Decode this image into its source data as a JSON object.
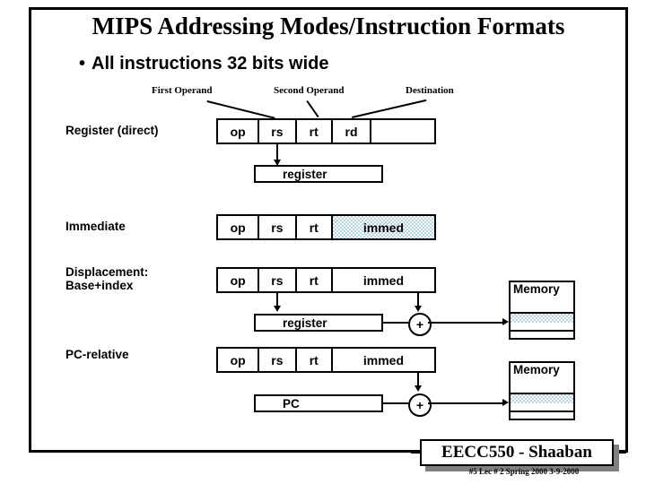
{
  "slide": {
    "title": "MIPS Addressing Modes/Instruction Formats",
    "bullet": "All instructions 32 bits wide",
    "bullet_marker": "•"
  },
  "captions": {
    "first_operand": "First Operand",
    "second_operand": "Second Operand",
    "destination": "Destination"
  },
  "rows": [
    {
      "label": "Register (direct)",
      "fields": [
        {
          "text": "op",
          "shaded": false
        },
        {
          "text": "rs",
          "shaded": false
        },
        {
          "text": "rt",
          "shaded": false
        },
        {
          "text": "rd",
          "shaded": false
        },
        {
          "text": "",
          "shaded": false
        }
      ],
      "below_box": {
        "text": "register",
        "shaded": true
      }
    },
    {
      "label": "Immediate",
      "fields": [
        {
          "text": "op",
          "shaded": false
        },
        {
          "text": "rs",
          "shaded": false
        },
        {
          "text": "rt",
          "shaded": false
        },
        {
          "text": "immed",
          "shaded": true
        }
      ],
      "below_box": null
    },
    {
      "label_line1": "Displacement:",
      "label_line2": "Base+index",
      "fields": [
        {
          "text": "op",
          "shaded": false
        },
        {
          "text": "rs",
          "shaded": false
        },
        {
          "text": "rt",
          "shaded": false
        },
        {
          "text": "immed",
          "shaded": false
        }
      ],
      "below_box": {
        "text": "register",
        "shaded": false
      },
      "adder": "+",
      "memory": "Memory"
    },
    {
      "label": "PC-relative",
      "fields": [
        {
          "text": "op",
          "shaded": false
        },
        {
          "text": "rs",
          "shaded": false
        },
        {
          "text": "rt",
          "shaded": false
        },
        {
          "text": "immed",
          "shaded": false
        }
      ],
      "below_box": {
        "text": "PC",
        "shaded": false
      },
      "adder": "+",
      "memory": "Memory"
    }
  ],
  "footer": {
    "course": "EECC550 - Shaaban",
    "sub": "#5   Lec # 2    Spring 2000  3-9-2000"
  },
  "colors": {
    "ink": "#000000",
    "paper": "#ffffff",
    "shade": "#b7d2e0",
    "shadow": "#808080"
  }
}
